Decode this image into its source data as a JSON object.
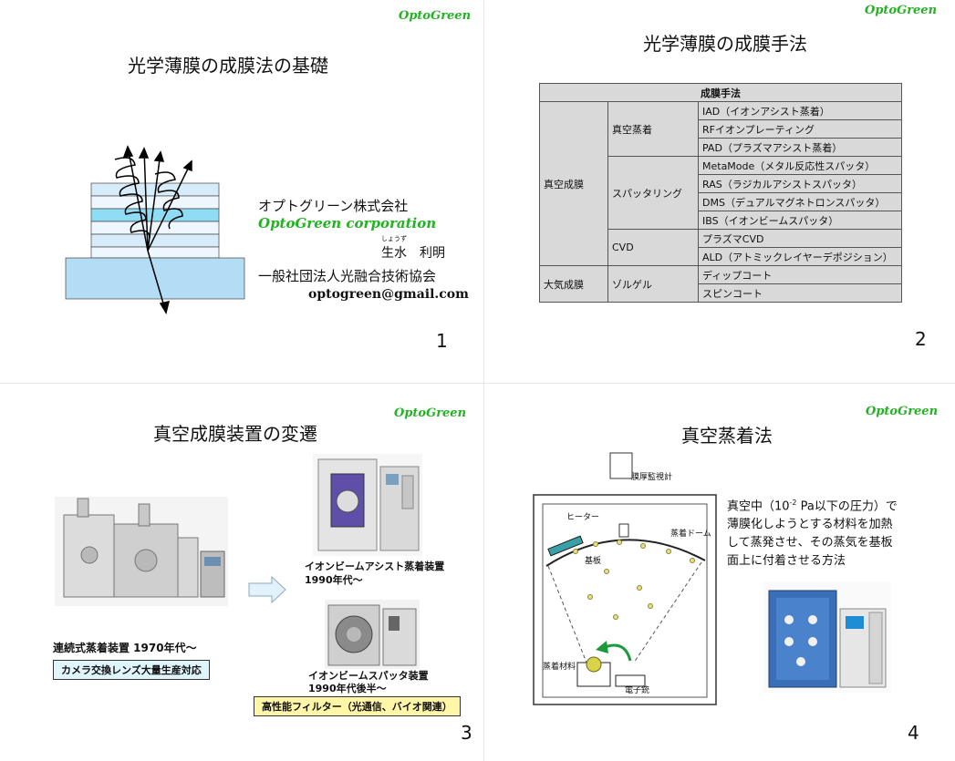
{
  "brand": "OptoGreen",
  "slide1": {
    "title": "光学薄膜の成膜法の基礎",
    "company_jp": "オプトグリーン株式会社",
    "company_en": "OptoGreen corporation",
    "ruby": "しょうず",
    "name": "生水　利明",
    "association": "一般社団法人光融合技術協会",
    "email": "optogreen@gmail.com",
    "page": "1"
  },
  "slide2": {
    "title": "光学薄膜の成膜手法",
    "header": "成膜手法",
    "vacuum": "真空成膜",
    "atmos": "大気成膜",
    "evap": "真空蒸着",
    "sputter": "スパッタリング",
    "cvd": "CVD",
    "solgel": "ゾルゲル",
    "items": [
      "IAD（イオンアシスト蒸着）",
      "RFイオンプレーティング",
      "PAD（プラズマアシスト蒸着）",
      "MetaMode（メタル反応性スパッタ）",
      "RAS（ラジカルアシストスパッタ）",
      "DMS（デュアルマグネトロンスパッタ）",
      "IBS（イオンビームスパッタ）",
      "プラズマCVD",
      "ALD（アトミックレイヤーデポジション）",
      "ディップコート",
      "スピンコート"
    ],
    "page": "2"
  },
  "slide3": {
    "title": "真空成膜装置の変遷",
    "cap_continuous": "連続式蒸着装置 1970年代～",
    "box_camera": "カメラ交換レンズ大量生産対応",
    "cap_iba_1": "イオンビームアシスト蒸着装置",
    "cap_iba_2": "1990年代～",
    "cap_ibs_1": "イオンビームスパッタ装置",
    "cap_ibs_2": "1990年代後半～",
    "box_filter": "高性能フィルター（光通信、バイオ関連）",
    "page": "3"
  },
  "slide4": {
    "title": "真空蒸着法",
    "monitor": "膜厚監視計",
    "heater": "ヒーター",
    "dome": "蒸着ドーム",
    "substrate": "基板",
    "material": "蒸着材料",
    "egun": "電子銃",
    "desc_1a": "真空中（10",
    "desc_1sup": "-2",
    "desc_1b": " Pa以下の圧力）で",
    "desc_2": "薄膜化しようとする材料を加熱",
    "desc_3": "して蒸発させ、その蒸気を基板",
    "desc_4": "面上に付着させる方法",
    "page": "4"
  },
  "colors": {
    "brand": "#22b222",
    "accent_box": "#dff4fb",
    "filter_box": "#fff6a8",
    "layer_light": "#d7ecfa",
    "layer_cyan": "#8fdcf5",
    "substrate": "#b3dcf5"
  }
}
